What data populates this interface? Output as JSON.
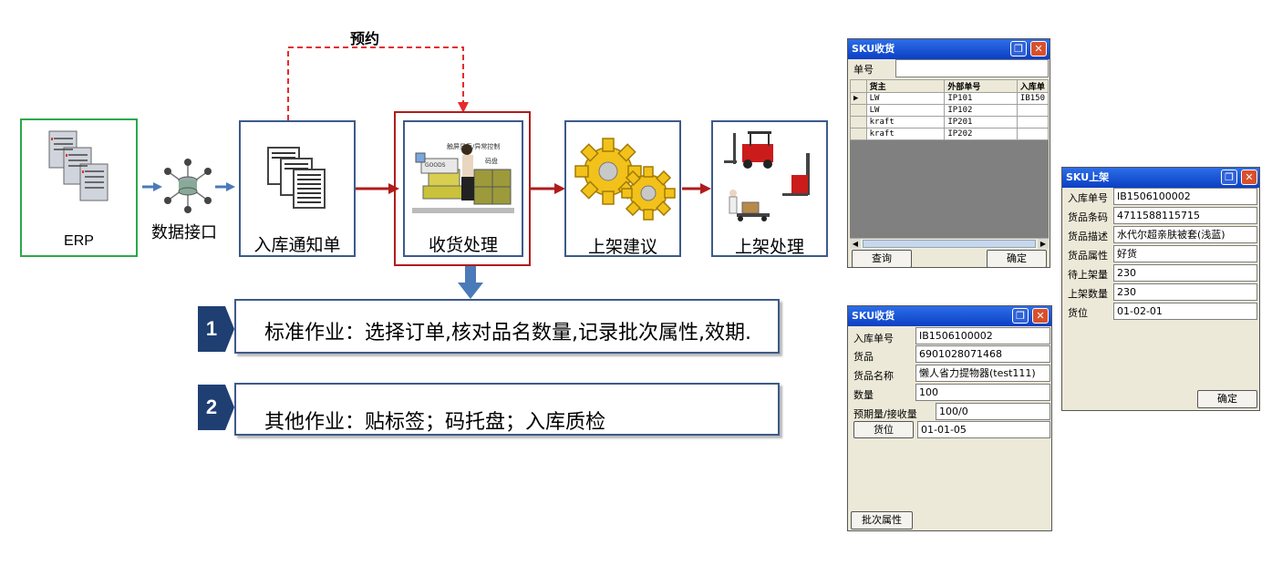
{
  "flow": {
    "reservation_label": "预约",
    "steps": [
      {
        "label": "ERP"
      },
      {
        "label": "数据接口"
      },
      {
        "label": "入库通知单"
      },
      {
        "label": "收货处理",
        "icon_text_1": "触屏显示/异常控制",
        "icon_text_2": "码盘",
        "icon_text_3": "GOODS"
      },
      {
        "label": "上架建议"
      },
      {
        "label": "上架处理"
      }
    ]
  },
  "tasks": [
    {
      "number": "1",
      "text": "标准作业：选择订单,核对品名数量,记录批次属性,效期."
    },
    {
      "number": "2",
      "text": "其他作业：贴标签；码托盘；入库质检"
    }
  ],
  "sku_receive_list": {
    "title": "SKU收货",
    "order_label": "单号",
    "order_value": "",
    "columns": [
      "货主",
      "外部单号",
      "入库单"
    ],
    "rows": [
      {
        "marker": "▶",
        "owner": "LW",
        "ext": "IP101",
        "inbound": "IB150"
      },
      {
        "marker": "",
        "owner": "LW",
        "ext": "IP102",
        "inbound": ""
      },
      {
        "marker": "",
        "owner": "kraft",
        "ext": "IP201",
        "inbound": ""
      },
      {
        "marker": "",
        "owner": "kraft",
        "ext": "IP202",
        "inbound": ""
      }
    ],
    "query_button": "查询",
    "confirm_button": "确定"
  },
  "sku_receive_detail": {
    "title": "SKU收货",
    "fields": [
      {
        "label": "入库单号",
        "value": "IB1506100002"
      },
      {
        "label": "货品",
        "value": "6901028071468"
      },
      {
        "label": "货品名称",
        "value": "懒人省力提物器(test111)"
      },
      {
        "label": "数量",
        "value": "100"
      },
      {
        "label": "预期量/接收量",
        "value": "100/0"
      }
    ],
    "location_button": "货位",
    "location_value": "01-01-05",
    "batch_button": "批次属性"
  },
  "sku_putaway": {
    "title": "SKU上架",
    "fields": [
      {
        "label": "入库单号",
        "value": "IB1506100002"
      },
      {
        "label": "货品条码",
        "value": "4711588115715"
      },
      {
        "label": "货品描述",
        "value": "水代尔超亲肤被套(浅蓝)"
      },
      {
        "label": "货品属性",
        "value": "好货"
      },
      {
        "label": "待上架量",
        "value": "230"
      },
      {
        "label": "上架数量",
        "value": "230"
      },
      {
        "label": "货位",
        "value": "01-02-01"
      }
    ],
    "confirm_button": "确定"
  },
  "colors": {
    "erp_border": "#2ca84a",
    "flow_border": "#3d5a8a",
    "highlight_border": "#b01c1c",
    "arrow_red": "#b01c1c",
    "arrow_blue": "#4a7ab8",
    "badge": "#1f3f73"
  }
}
